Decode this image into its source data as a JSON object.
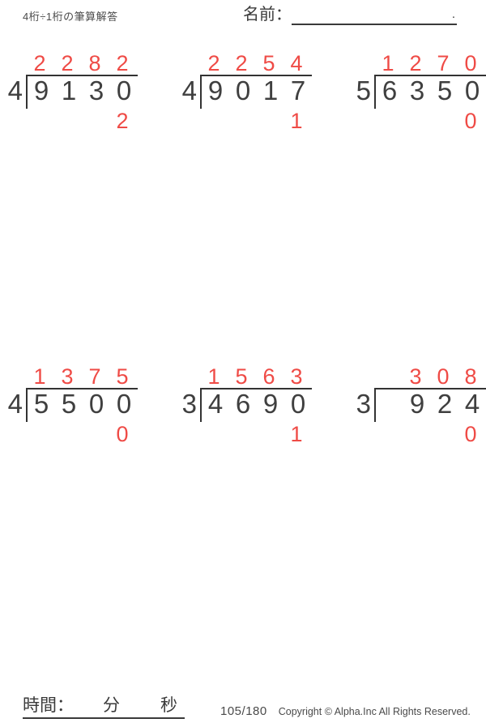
{
  "header": {
    "title": "4桁÷1桁の筆算解答",
    "name_label": "名前：",
    "name_line_end": "."
  },
  "problems": [
    {
      "divisor": "4",
      "dividend": [
        "9",
        "1",
        "3",
        "0"
      ],
      "quotient": [
        "2",
        "2",
        "8",
        "2"
      ],
      "remainder": "2"
    },
    {
      "divisor": "4",
      "dividend": [
        "9",
        "0",
        "1",
        "7"
      ],
      "quotient": [
        "2",
        "2",
        "5",
        "4"
      ],
      "remainder": "1"
    },
    {
      "divisor": "5",
      "dividend": [
        "6",
        "3",
        "5",
        "0"
      ],
      "quotient": [
        "1",
        "2",
        "7",
        "0"
      ],
      "remainder": "0"
    },
    {
      "divisor": "4",
      "dividend": [
        "5",
        "5",
        "0",
        "0"
      ],
      "quotient": [
        "1",
        "3",
        "7",
        "5"
      ],
      "remainder": "0"
    },
    {
      "divisor": "3",
      "dividend": [
        "4",
        "6",
        "9",
        "0"
      ],
      "quotient": [
        "1",
        "5",
        "6",
        "3"
      ],
      "remainder": "1"
    },
    {
      "divisor": "3",
      "dividend": [
        "",
        "9",
        "2",
        "4"
      ],
      "quotient": [
        "",
        "3",
        "0",
        "8"
      ],
      "remainder": "0"
    }
  ],
  "footer": {
    "time_label": "時間：",
    "minutes_label": "分",
    "seconds_label": "秒",
    "page_number": "105/180",
    "copyright": "Copyright © Alpha.Inc All Rights Reserved."
  },
  "colors": {
    "answer_red": "#ef4b46",
    "ink": "#3f3f3f",
    "rule_line": "#333333"
  }
}
